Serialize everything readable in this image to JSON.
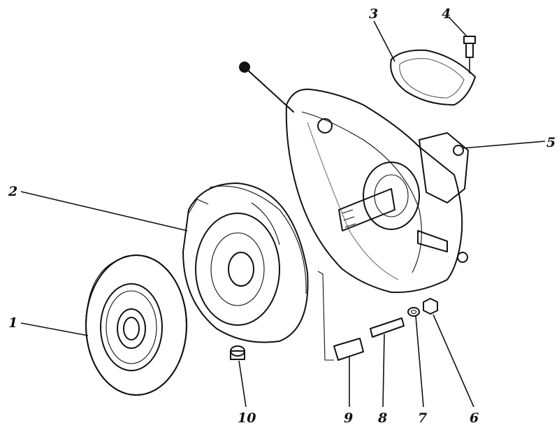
{
  "diagram": {
    "callouts": [
      {
        "id": "1",
        "part": "clutch-disc"
      },
      {
        "id": "2",
        "part": "pressure-plate"
      },
      {
        "id": "3",
        "part": "cover-gasket"
      },
      {
        "id": "4",
        "part": "bolt"
      },
      {
        "id": "5",
        "part": "release-shaft-housing"
      },
      {
        "id": "6",
        "part": "nut"
      },
      {
        "id": "7",
        "part": "washer"
      },
      {
        "id": "8",
        "part": "stud"
      },
      {
        "id": "9",
        "part": "dowel-bushing"
      },
      {
        "id": "10",
        "part": "pilot-bushing"
      }
    ],
    "colors": {
      "ink": "#111111",
      "paper": "#ffffff"
    }
  }
}
